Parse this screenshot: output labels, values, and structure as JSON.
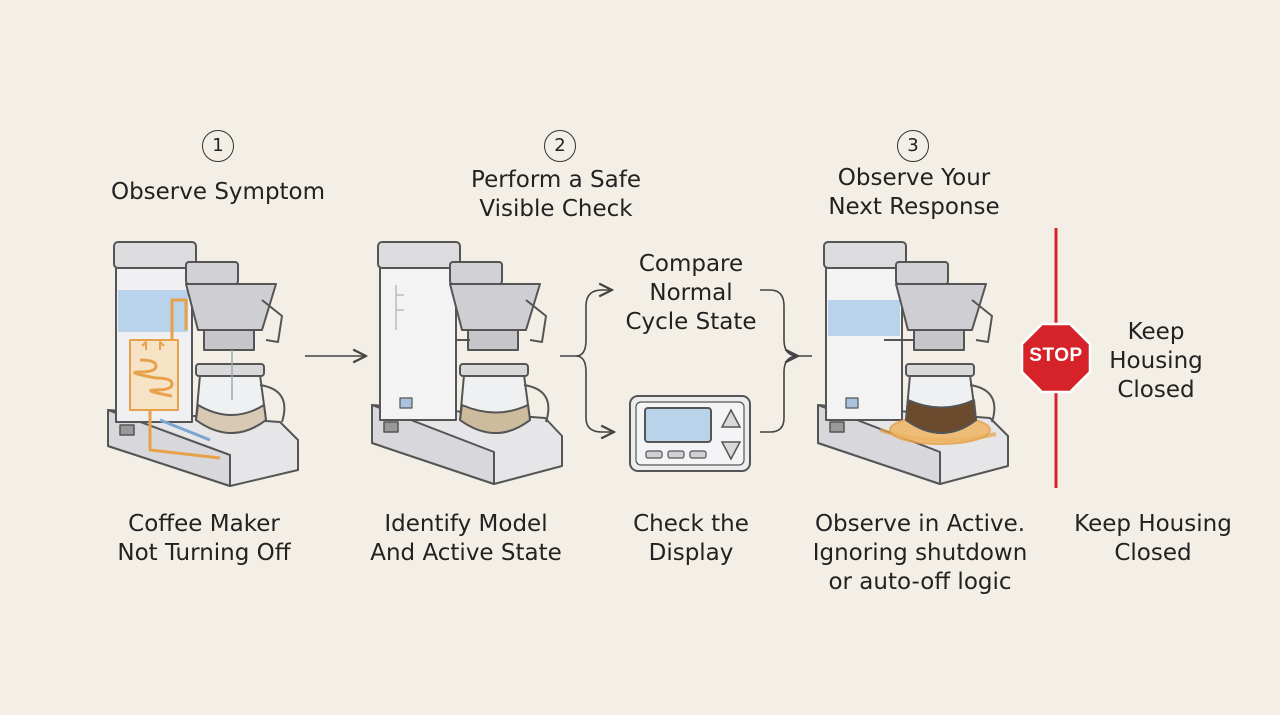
{
  "steps": [
    {
      "number": "1",
      "title": [
        "Observe Symptom"
      ],
      "caption": [
        "Coffee Maker",
        "Not Turning Off"
      ]
    },
    {
      "number": "2",
      "title": [
        "Perform a Safe",
        "Visible Check"
      ],
      "caption": [
        "Identify Model",
        "And Active State"
      ]
    },
    {
      "number": "3",
      "title": [
        "Observe Your",
        "Next Response"
      ],
      "caption": [
        "Observe in Active.",
        "Ignoring shutdown",
        "or auto-off logic"
      ]
    }
  ],
  "branch": {
    "upper": [
      "Compare",
      "Normal",
      "Cycle State"
    ],
    "lower_caption": [
      "Check the",
      "Display"
    ]
  },
  "stop": {
    "sign_text": "STOP",
    "label": [
      "Keep",
      "Housing",
      "Closed"
    ],
    "caption": [
      "Keep Housing",
      "Closed"
    ]
  },
  "colors": {
    "background": "#f3efe6",
    "stop_red": "#d6232a",
    "heater_orange": "#e7a14a",
    "water_blue": "#b9d4ea"
  }
}
